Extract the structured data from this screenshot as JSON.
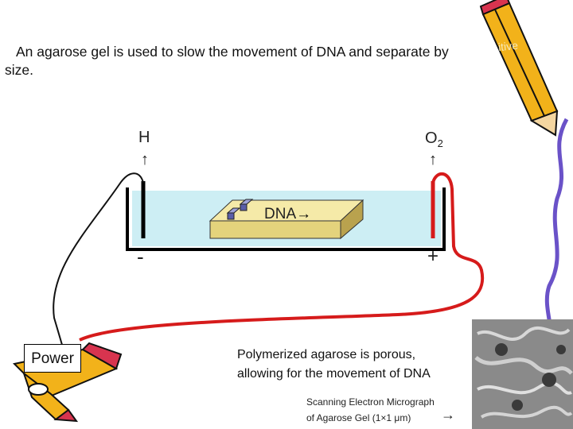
{
  "intro_text": "An agarose gel is used to slow the movement of DNA and separate by size.",
  "gas_left": "H",
  "gas_right": "O",
  "gas_right_sub": "2",
  "up_arrow": "↑",
  "dna_label": "DNA",
  "right_arrow": "→",
  "electrode_minus": "-",
  "electrode_plus": "+",
  "power_label": "Power",
  "polymer_text_line1": "Polymerized agarose is porous,",
  "polymer_text_line2": "allowing for the movement of DNA",
  "sem_text_line1": "Scanning Electron Micrograph",
  "sem_text_line2": "of Agarose Gel (1×1 μm)",
  "pencil_word": "itive",
  "colors": {
    "buffer": "#cdeef4",
    "gel": "#e8d98a",
    "wire_red": "#d61b1b",
    "wire_black": "#111111",
    "well": "#5a5ea8"
  }
}
